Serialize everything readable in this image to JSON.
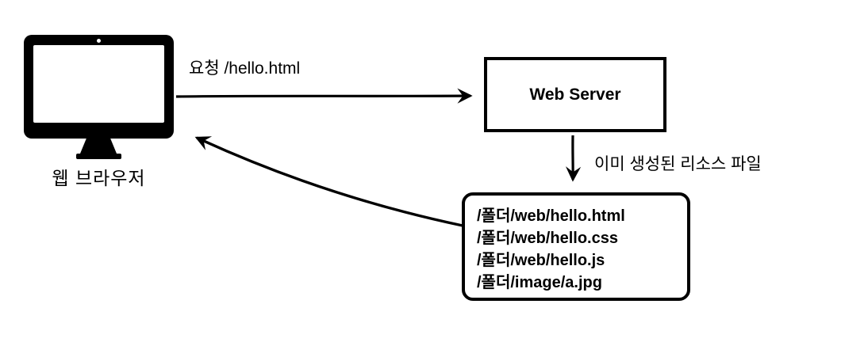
{
  "diagram": {
    "browser": {
      "label": "웹 브라우저"
    },
    "request": {
      "label": "요청 /hello.html"
    },
    "server": {
      "label": "Web Server"
    },
    "response": {
      "label": "이미 생성된 리소스 파일"
    },
    "files": {
      "items": [
        "/폴더/web/hello.html",
        "/폴더/web/hello.css",
        "/폴더/web/hello.js",
        "/폴더/image/a.jpg"
      ]
    }
  },
  "colors": {
    "ink": "#000000",
    "background": "#ffffff"
  }
}
